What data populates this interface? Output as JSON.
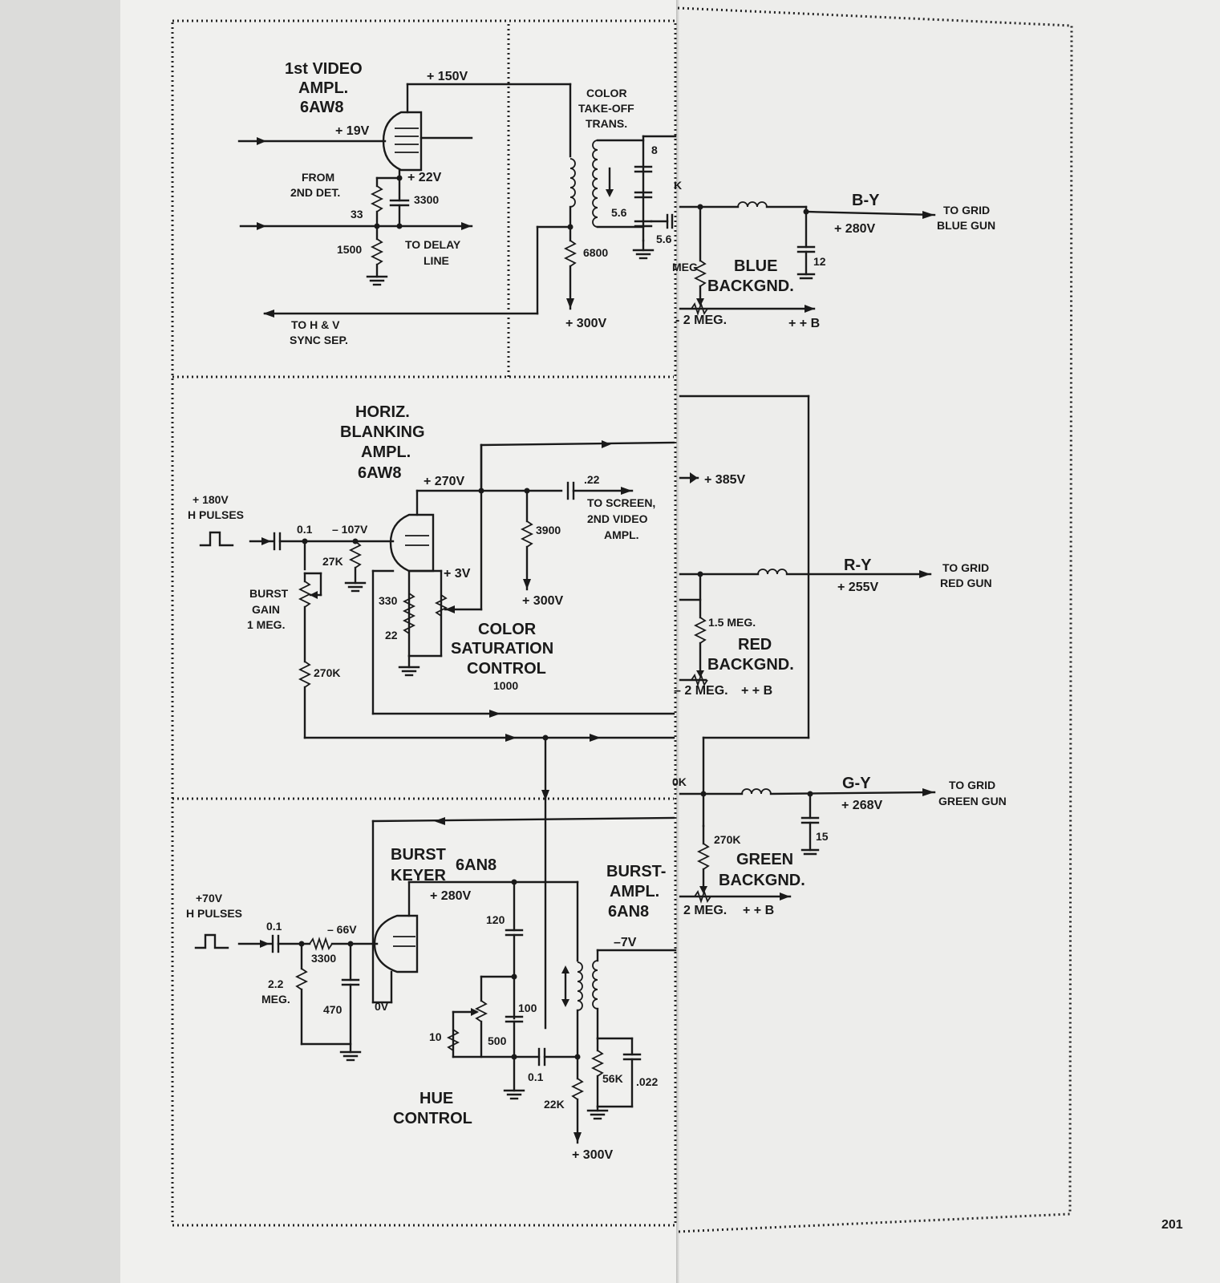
{
  "page_number": "201",
  "sections": {
    "video": {
      "title": [
        "1st VIDEO",
        "AMPL.",
        "6AW8"
      ],
      "supply_top": "+ 150V",
      "grid_v": "+ 19V",
      "cathode_v": "+ 22V",
      "from_det": [
        "FROM",
        "2ND DET."
      ],
      "r33": "33",
      "c3300": "3300",
      "r1500": "1500",
      "delay": [
        "TO DELAY",
        "LINE"
      ],
      "sync": [
        "TO H & V",
        "SYNC SEP."
      ],
      "color_trans": [
        "COLOR",
        "TAKE-OFF",
        "TRANS."
      ],
      "c8": "8",
      "c56a": "5.6",
      "c56b": "5.6",
      "k": "K",
      "r6800": "6800",
      "v300": "+ 300V"
    },
    "blue": {
      "by": "B-Y",
      "v280": "+ 280V",
      "to_grid": [
        "TO GRID",
        "BLUE GUN"
      ],
      "c12": "12",
      "meg": "MEG",
      "backgnd": [
        "BLUE",
        "BACKGND."
      ],
      "pot": "- 2 MEG.",
      "bplus": "+ + B"
    },
    "horiz": {
      "title": [
        "HORIZ.",
        "BLANKING",
        "AMPL.",
        "6AW8"
      ],
      "v270": "+ 270V",
      "c22": ".22",
      "to_screen": [
        "TO SCREEN,",
        "2ND VIDEO",
        "AMPL."
      ],
      "pulses": [
        "+ 180V",
        "H PULSES"
      ],
      "c01": "0.1",
      "vneg107": "– 107V",
      "r27k": "27K",
      "r3900": "3900",
      "v3": "+ 3V",
      "r330": "330",
      "r22": "22",
      "v300": "+ 300V",
      "burst_gain": [
        "BURST",
        "GAIN",
        "1 MEG."
      ],
      "sat": [
        "COLOR",
        "SATURATION",
        "CONTROL"
      ],
      "sat_val": "1000",
      "r270k": "270K"
    },
    "red": {
      "v385": "+ 385V",
      "ry": "R-Y",
      "v255": "+ 255V",
      "to_grid": [
        "TO GRID",
        "RED GUN"
      ],
      "r15meg": "1.5 MEG.",
      "backgnd": [
        "RED",
        "BACKGND."
      ],
      "pot": "– 2 MEG.",
      "bplus": "+ + B"
    },
    "green": {
      "k": "0K",
      "gy": "G-Y",
      "v268": "+ 268V",
      "to_grid": [
        "TO GRID",
        "GREEN GUN"
      ],
      "c15": "15",
      "r270k": "270K",
      "backgnd": [
        "GREEN",
        "BACKGND."
      ],
      "pot": "2 MEG.",
      "bplus": "+ + B"
    },
    "burst": {
      "keyer": [
        "BURST",
        "KEYER"
      ],
      "tube": "6AN8",
      "v280": "+ 280V",
      "pulses": [
        "+70V",
        "H PULSES"
      ],
      "c01": "0.1",
      "vneg66": "– 66V",
      "r3300": "3300",
      "r22meg": [
        "2.2",
        "MEG."
      ],
      "c470": "470",
      "v0": "0V",
      "c120": "120",
      "c100": "100",
      "r10": "10",
      "r500": "500",
      "c01b": "0.1",
      "hue": [
        "HUE",
        "CONTROL"
      ],
      "r22k": "22K",
      "v300": "+ 300V",
      "amp": [
        "BURST-",
        "AMPL.",
        "6AN8"
      ],
      "vneg7": "–7V",
      "r56k": "56K",
      "c022": ".022"
    }
  }
}
